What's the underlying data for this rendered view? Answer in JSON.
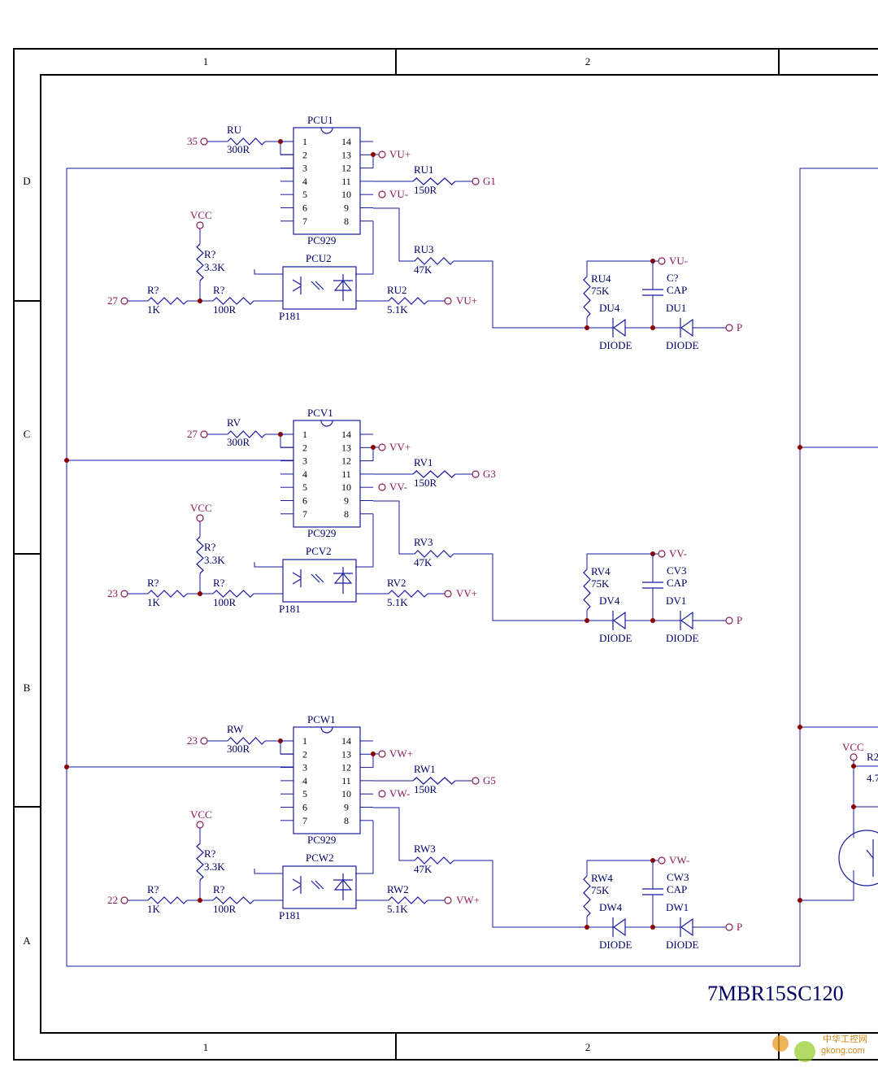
{
  "sheet": {
    "columns": [
      "1",
      "2"
    ],
    "rows": [
      "D",
      "C",
      "B",
      "A"
    ],
    "title_block": "7MBR15SC120"
  },
  "watermark": {
    "text1": "中华工控网",
    "text2": "gkong.com"
  },
  "channels": [
    {
      "input_port": "35",
      "gate_res": "RU",
      "gate_res_val": "300R",
      "ic": "PCU1",
      "ic_type": "PC929",
      "pin13_net": "VU+",
      "pin10_net": "VU-",
      "gate_out_res": "RU1",
      "gate_out_val": "150R",
      "gate_net": "G1",
      "vcc": "VCC",
      "pull_res": "R?",
      "pull_val": "3.3K",
      "in_res": "R?",
      "in_val": "1K",
      "ser_res": "R?",
      "ser_val": "100R",
      "opto_port": "27",
      "opto": "PCU2",
      "opto_type": "P181",
      "opto_res": "RU2",
      "opto_res_val": "5.1K",
      "opto_net": "VU+",
      "det_res": "RU3",
      "det_val": "47K",
      "rx4": "RU4",
      "rx4_val": "75K",
      "cap": "C?",
      "cap_type": "CAP",
      "cap_net": "VU-",
      "d4": "DU4",
      "d4_type": "DIODE",
      "d1": "DU1",
      "d1_type": "DIODE",
      "p_net": "P"
    },
    {
      "input_port": "27",
      "gate_res": "RV",
      "gate_res_val": "300R",
      "ic": "PCV1",
      "ic_type": "PC929",
      "pin13_net": "VV+",
      "pin10_net": "VV-",
      "gate_out_res": "RV1",
      "gate_out_val": "150R",
      "gate_net": "G3",
      "vcc": "VCC",
      "pull_res": "R?",
      "pull_val": "3.3K",
      "in_res": "R?",
      "in_val": "1K",
      "ser_res": "R?",
      "ser_val": "100R",
      "opto_port": "23",
      "opto": "PCV2",
      "opto_type": "P181",
      "opto_res": "RV2",
      "opto_res_val": "5.1K",
      "opto_net": "VV+",
      "det_res": "RV3",
      "det_val": "47K",
      "rx4": "RV4",
      "rx4_val": "75K",
      "cap": "CV3",
      "cap_type": "CAP",
      "cap_net": "VV-",
      "d4": "DV4",
      "d4_type": "DIODE",
      "d1": "DV1",
      "d1_type": "DIODE",
      "p_net": "P"
    },
    {
      "input_port": "23",
      "gate_res": "RW",
      "gate_res_val": "300R",
      "ic": "PCW1",
      "ic_type": "PC929",
      "pin13_net": "VW+",
      "pin10_net": "VW-",
      "gate_out_res": "RW1",
      "gate_out_val": "150R",
      "gate_net": "G5",
      "vcc": "VCC",
      "pull_res": "R?",
      "pull_val": "3.3K",
      "in_res": "R?",
      "in_val": "1K",
      "ser_res": "R?",
      "ser_val": "100R",
      "opto_port": "22",
      "opto": "PCW2",
      "opto_type": "P181",
      "opto_res": "RW2",
      "opto_res_val": "5.1K",
      "opto_net": "VW+",
      "det_res": "RW3",
      "det_val": "47K",
      "rx4": "RW4",
      "rx4_val": "75K",
      "cap": "CW3",
      "cap_type": "CAP",
      "cap_net": "VW-",
      "d4": "DW4",
      "d4_type": "DIODE",
      "d1": "DW1",
      "d1_type": "DIODE",
      "p_net": "P"
    }
  ],
  "ic_pins_left": [
    "1",
    "2",
    "3",
    "4",
    "5",
    "6",
    "7"
  ],
  "ic_pins_right": [
    "14",
    "13",
    "12",
    "11",
    "10",
    "9",
    "8"
  ],
  "right_partial": {
    "vcc": "VCC",
    "res": "R2",
    "val": "4.7"
  }
}
